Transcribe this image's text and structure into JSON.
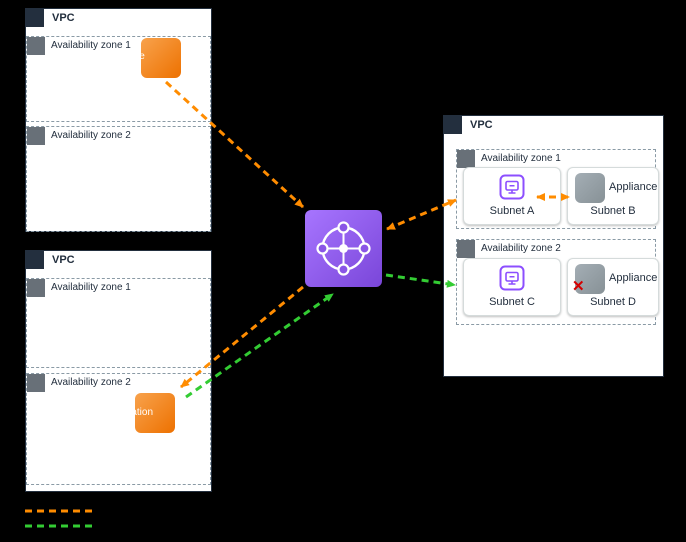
{
  "colors": {
    "forward": "#ff8c00",
    "return": "#33cc33",
    "instance": "#ed7100",
    "instance_light": "#f8a24c",
    "tgw": "#7a46d9",
    "tgw_light": "#a775ff",
    "endpoint": "#8c4fff",
    "appliance": "#879196",
    "appliance_light": "#a4aeb5",
    "vpc_border": "#232f3e",
    "az_icon": "#687078",
    "blocked": "#d40000"
  },
  "vpc_top_left": {
    "title": "VPC",
    "az1_label": "Availability zone 1",
    "az2_label": "Availability zone 2",
    "instance_label": "Source"
  },
  "vpc_bottom_left": {
    "title": "VPC",
    "az1_label": "Availability zone 1",
    "az2_label": "Availability zone 2",
    "instance_label": "Destination"
  },
  "vpc_right": {
    "title": "VPC",
    "az1_label": "Availability zone 1",
    "az2_label": "Availability zone 2",
    "subnet_a_label": "Subnet A",
    "subnet_b_label": "Subnet B",
    "subnet_c_label": "Subnet C",
    "subnet_d_label": "Subnet D",
    "appliance_b_label": "Appliance",
    "appliance_d_label": "Appliance",
    "blocked_mark": "✕"
  },
  "legend": {
    "forward_color": "#ff8c00",
    "return_color": "#33cc33",
    "style": "dashed"
  }
}
